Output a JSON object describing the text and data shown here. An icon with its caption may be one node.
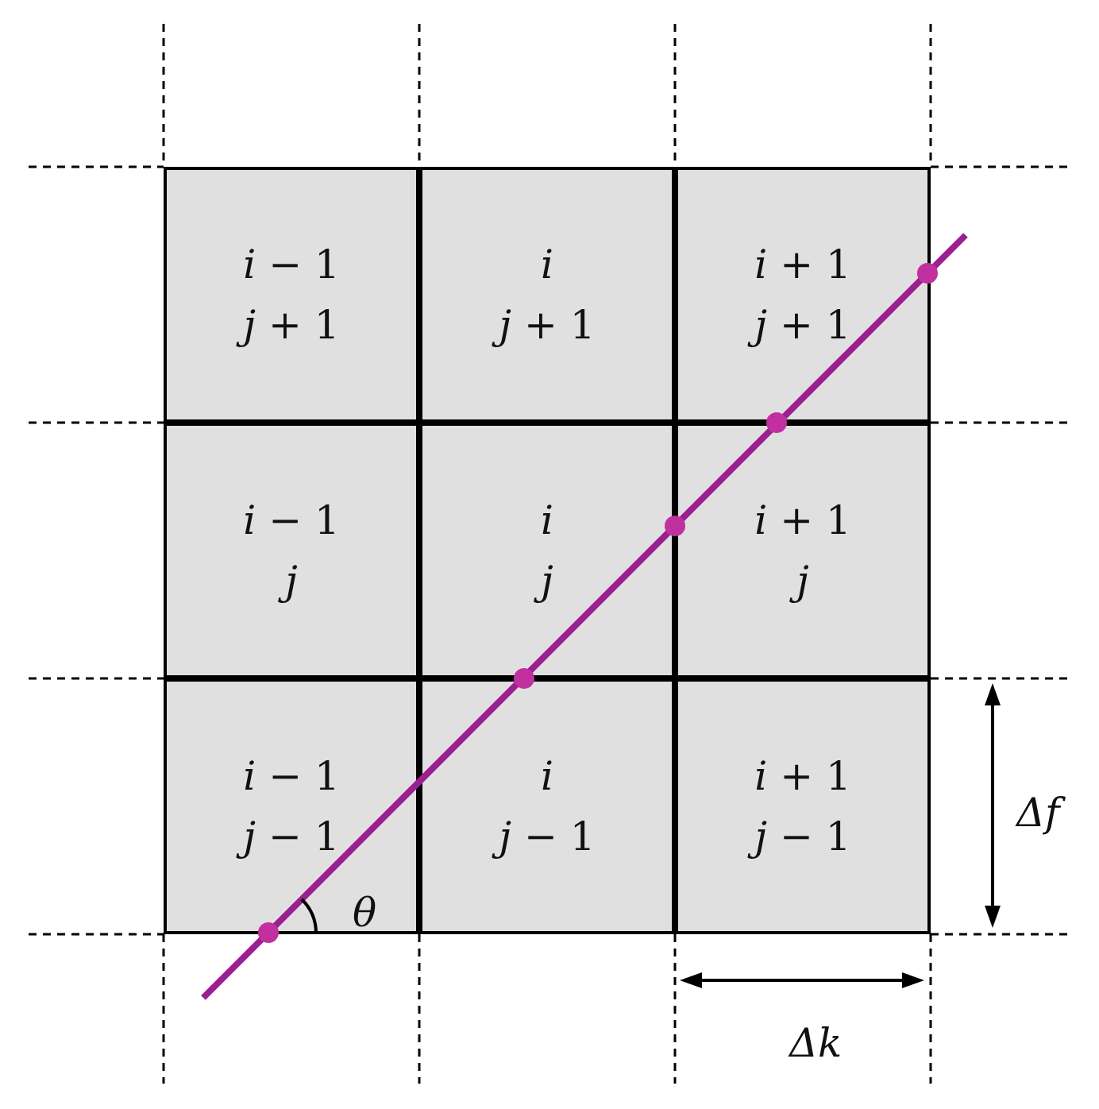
{
  "diagram": {
    "nodes": [
      {
        "text": [
          "*i* − 1",
          "*j* + 1"
        ]
      },
      {
        "text": [
          "*i*",
          "*j* + 1"
        ]
      },
      {
        "text": [
          "*i* + 1",
          "*j* + 1"
        ]
      },
      {
        "text": [
          "*i* − 1",
          "*j*"
        ]
      },
      {
        "text": [
          "*i*",
          "*j*"
        ]
      },
      {
        "text": [
          "*i* + 1",
          "*j*"
        ]
      },
      {
        "text": [
          "*i* − 1",
          "*j* − 1"
        ]
      },
      {
        "text": [
          "*i*",
          "*j* − 1"
        ]
      },
      {
        "text": [
          "*i* + 1",
          "*j* − 1"
        ]
      }
    ],
    "labels": [
      "θ",
      "Δf",
      "Δk"
    ]
  }
}
